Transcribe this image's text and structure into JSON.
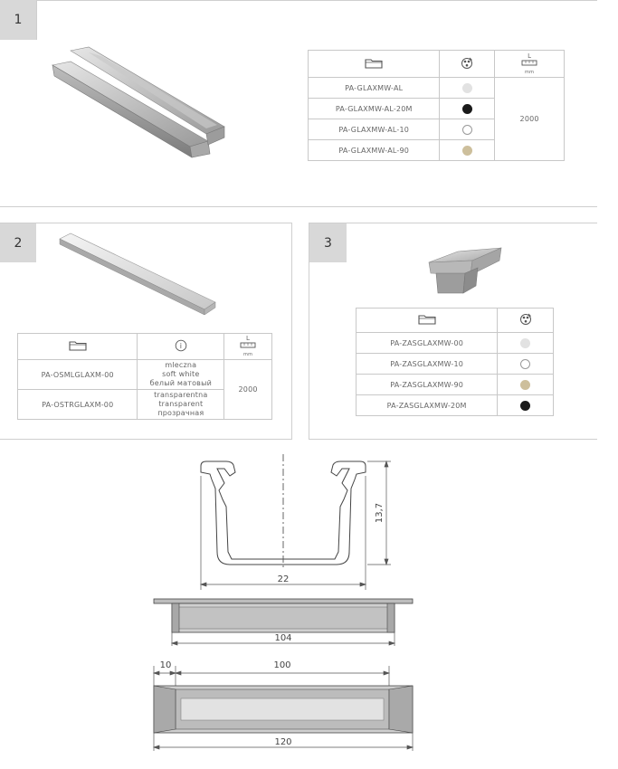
{
  "sections": [
    {
      "number": "1"
    },
    {
      "number": "2"
    },
    {
      "number": "3"
    }
  ],
  "icons": {
    "catalog": "folder-icon",
    "color": "color-palette-icon",
    "length": "length-ruler-icon",
    "info": "info-icon"
  },
  "length_header": {
    "letter": "L",
    "unit": "mm"
  },
  "info_symbol": "i",
  "table1": {
    "rows": [
      {
        "code": "PA-GLAXMW-AL",
        "color": "#e2e2e2"
      },
      {
        "code": "PA-GLAXMW-AL-20M",
        "color": "#1a1a1a"
      },
      {
        "code": "PA-GLAXMW-AL-10",
        "color": "#ffffff"
      },
      {
        "code": "PA-GLAXMW-AL-90",
        "color": "#cdbf9c"
      }
    ],
    "length": "2000"
  },
  "table2": {
    "rows": [
      {
        "code": "PA-OSMLGLAXM-00",
        "desc": [
          "mleczna",
          "soft white",
          "белый матовый"
        ]
      },
      {
        "code": "PA-OSTRGLAXM-00",
        "desc": [
          "transparentna",
          "transparent",
          "прозрачная"
        ]
      }
    ],
    "length": "2000"
  },
  "table3": {
    "rows": [
      {
        "code": "PA-ZASGLAXMW-00",
        "color": "#e2e2e2"
      },
      {
        "code": "PA-ZASGLAXMW-10",
        "color": "#ffffff"
      },
      {
        "code": "PA-ZASGLAXMW-90",
        "color": "#cdbf9c"
      },
      {
        "code": "PA-ZASGLAXMW-20M",
        "color": "#1a1a1a"
      }
    ]
  },
  "dimensions": {
    "profile_width": "22",
    "profile_height": "13,7",
    "side_width": "104",
    "end_left": "10",
    "inner_length": "100",
    "total_length": "120"
  }
}
